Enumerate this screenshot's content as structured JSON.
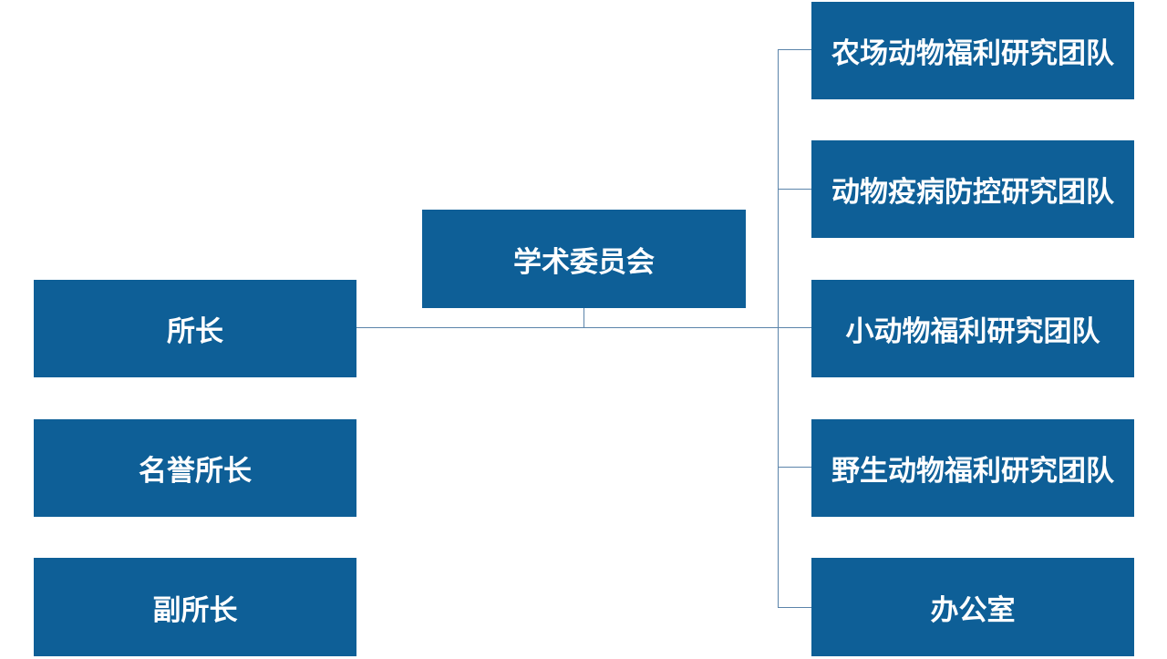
{
  "org_chart": {
    "committee": "学术委员会",
    "left": {
      "director": "所长",
      "honorary_director": "名誉所长",
      "deputy_director": "副所长"
    },
    "right": {
      "team_1": "农场动物福利研究团队",
      "team_2": "动物疫病防控研究团队",
      "team_3": "小动物福利研究团队",
      "team_4": "野生动物福利研究团队",
      "office": "办公室"
    },
    "colors": {
      "box_fill": "#0e5f97",
      "box_text": "#ffffff",
      "connector": "#5b84aa"
    }
  }
}
